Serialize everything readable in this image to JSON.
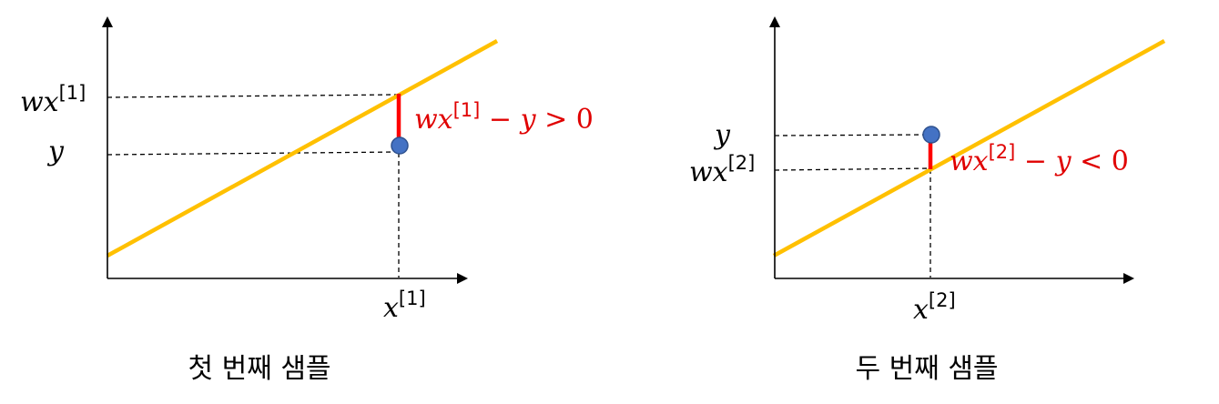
{
  "colors": {
    "axis": "#000000",
    "guide": "#000000",
    "line": "#FFC000",
    "residual": "#FF0000",
    "point_fill": "#4472C4",
    "point_stroke": "#2F528F",
    "label": "#000000",
    "residual_text": "#E00000"
  },
  "panels": [
    {
      "caption": "첫 번째 샘플",
      "y_label": {
        "base": "y"
      },
      "wx_label": {
        "base": "wx",
        "sup": "[1]"
      },
      "x_label": {
        "base": "x",
        "sup": "[1]"
      },
      "residual_label": {
        "base": "wx",
        "sup": "[1]",
        "op": " − ",
        "y": "y",
        "rel": " > ",
        "rhs": "0"
      }
    },
    {
      "caption": "두 번째 샘플",
      "y_label": {
        "base": "y"
      },
      "wx_label": {
        "base": "wx",
        "sup": "[2]"
      },
      "x_label": {
        "base": "x",
        "sup": "[2]"
      },
      "residual_label": {
        "base": "wx",
        "sup": "[2]",
        "op": " − ",
        "y": "y",
        "rel": " < ",
        "rhs": "0"
      }
    }
  ]
}
